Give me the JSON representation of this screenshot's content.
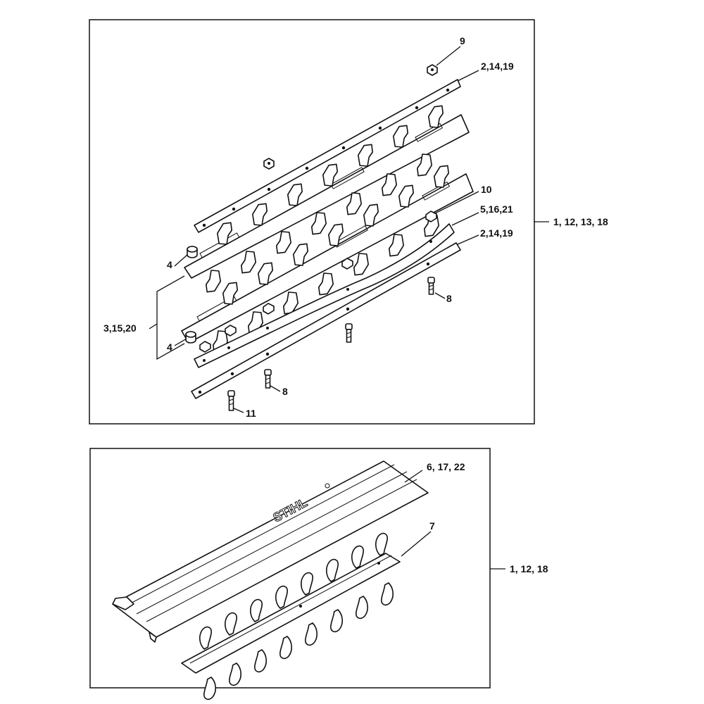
{
  "diagram": {
    "brand_text": "STIHL",
    "upper_callouts": {
      "part_9": "9",
      "part_2_top": "2,14,19",
      "part_10": "10",
      "part_5": "5,16,21",
      "part_2_bottom": "2,14,19",
      "part_8_right": "8",
      "part_8_left": "8",
      "part_11": "11",
      "part_4_top": "4",
      "part_4_bottom": "4",
      "part_3": "3,15,20",
      "assembly": "1, 12, 13, 18"
    },
    "lower_callouts": {
      "part_6": "6, 17, 22",
      "part_7": "7",
      "assembly": "1, 12, 18"
    }
  }
}
